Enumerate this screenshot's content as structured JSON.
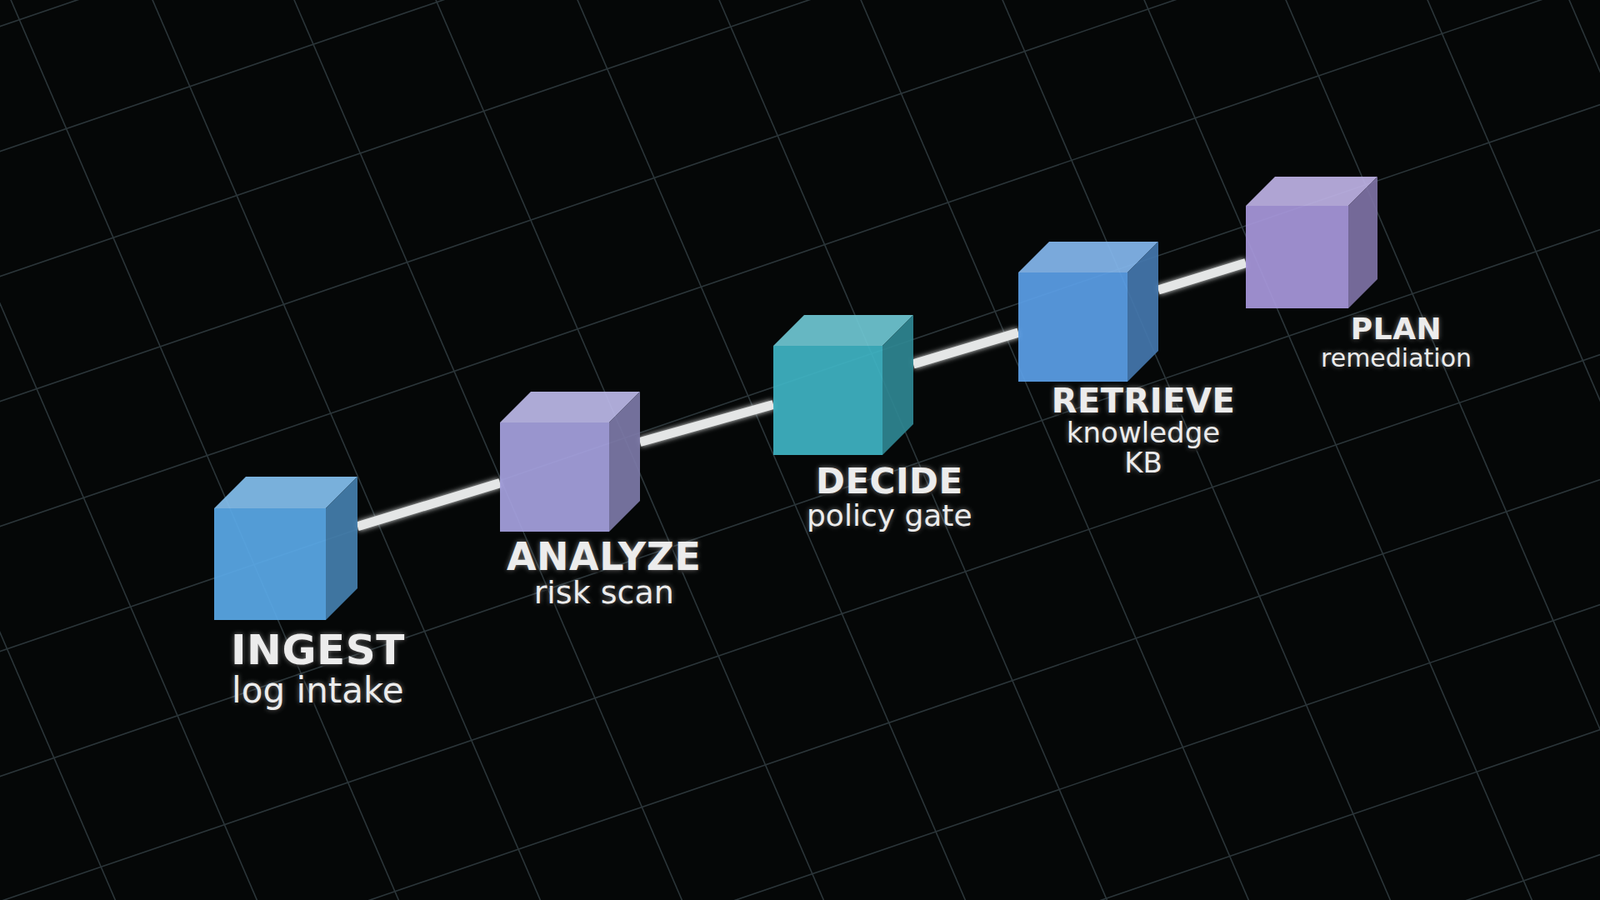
{
  "diagram": {
    "nodes": [
      {
        "text": [
          "INGEST",
          "log intake"
        ]
      },
      {
        "text": [
          "ANALYZE",
          "risk scan"
        ]
      },
      {
        "text": [
          "DECIDE",
          "policy gate"
        ]
      },
      {
        "text": [
          "RETRIEVE",
          "knowledge KB"
        ]
      },
      {
        "text": [
          "PLAN",
          "remediation"
        ]
      }
    ],
    "edges": [
      {
        "from": 0,
        "to": 1,
        "arrow": "none"
      },
      {
        "from": 1,
        "to": 2,
        "arrow": "none"
      },
      {
        "from": 2,
        "to": 3,
        "arrow": "none"
      },
      {
        "from": 3,
        "to": 4,
        "arrow": "none"
      }
    ]
  }
}
